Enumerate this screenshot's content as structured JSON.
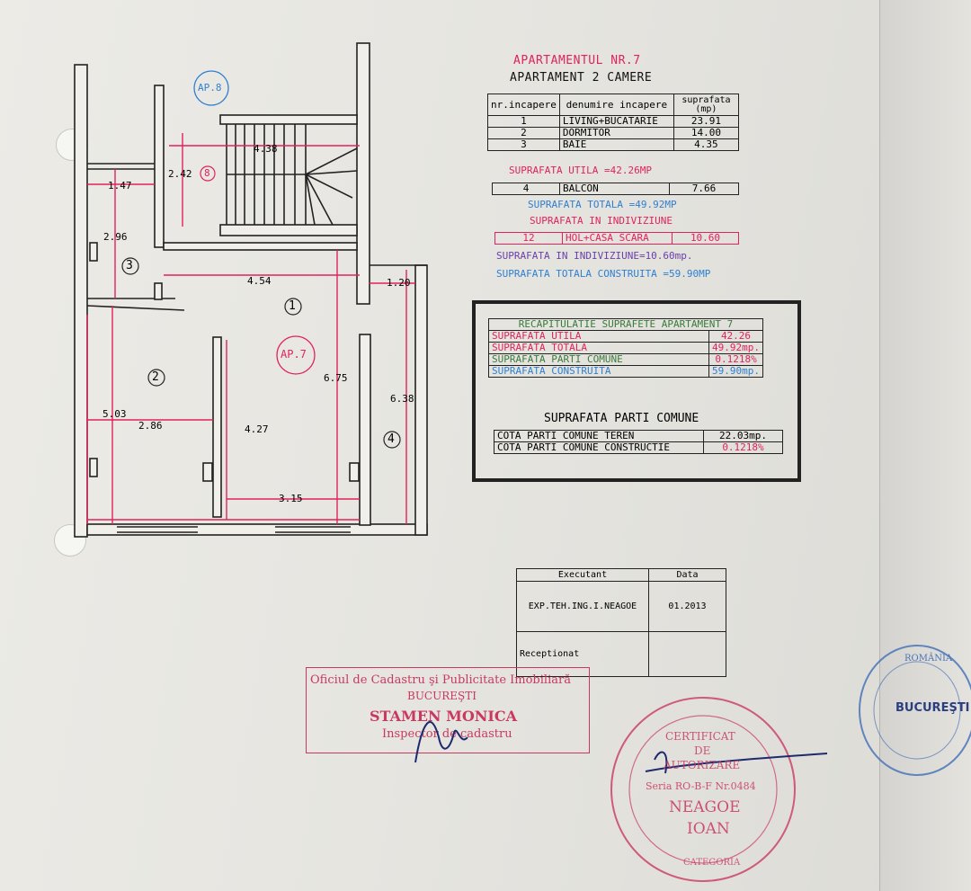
{
  "header": {
    "apartment_no": "APARTAMENTUL NR.7",
    "apartment_type": "APARTAMENT 2 CAMERE"
  },
  "rooms_table": {
    "headers": [
      "nr.incapere",
      "denumire incapere",
      "suprafata (mp)"
    ],
    "rows": [
      {
        "nr": "1",
        "name": "LIVING+BUCATARIE",
        "area": "23.91"
      },
      {
        "nr": "2",
        "name": "DORMITOR",
        "area": "14.00"
      },
      {
        "nr": "3",
        "name": "BAIE",
        "area": "4.35"
      }
    ]
  },
  "suprafata_utila": "SUPRAFATA UTILA =42.26MP",
  "balcon_row": {
    "nr": "4",
    "name": "BALCON",
    "area": "7.66"
  },
  "suprafata_totala": "SUPRAFATA TOTALA =49.92MP",
  "suprafata_indiviziune_title": "SUPRAFATA IN INDIVIZIUNE",
  "hol_row": {
    "nr": "12",
    "name": "HOL+CASA SCARA",
    "area": "10.60"
  },
  "suprafata_indiviziune": "SUPRAFATA IN INDIVIZIUNE=10.60mp.",
  "suprafata_construita": "SUPRAFATA TOTALA CONSTRUITA =59.90MP",
  "recap": {
    "title": "RECAPITULATIE SUPRAFETE APARTAMENT 7",
    "rows": [
      {
        "label": "SUPRAFATA UTILA",
        "value": "42.26",
        "color": "#e0235a"
      },
      {
        "label": "SUPRAFATA TOTALA",
        "value": "49.92mp.",
        "color": "#e0235a"
      },
      {
        "label": "SUPRAFATA PARTI COMUNE",
        "value": "0.1218%",
        "color": "#3a7a3a"
      },
      {
        "label": "SUPRAFATA CONSTRUITA",
        "value": "59.90mp.",
        "color": "#2f7fd0"
      }
    ],
    "common_title": "SUPRAFATA PARTI COMUNE",
    "common_rows": [
      {
        "label": "COTA PARTI COMUNE TEREN",
        "value": "22.03mp."
      },
      {
        "label": "COTA PARTI COMUNE CONSTRUCTIE",
        "value": "0.1218%"
      }
    ]
  },
  "executant": {
    "col1": "Executant",
    "col2": "Data",
    "name": "EXP.TEH.ING.I.NEAGOE",
    "date": "01.2013",
    "receptionat": "Receptionat"
  },
  "plan": {
    "ap8": "AP.8",
    "ap7": "AP.7",
    "room_numbers": [
      "1",
      "2",
      "3",
      "4",
      "8"
    ],
    "dims": {
      "d438": "4.38",
      "d242": "2.42",
      "d147": "1.47",
      "d296": "2.96",
      "d454": "4.54",
      "d120": "1.20",
      "d675": "6.75",
      "d638": "6.38",
      "d503": "5.03",
      "d286": "2.86",
      "d427": "4.27",
      "d315": "3.15"
    }
  },
  "stamp_ocpi": {
    "line1": "Oficiul de Cadastru şi Publicitate Imobiliară",
    "line2": "BUCUREŞTI",
    "line3": "STAMEN MONICA",
    "line4": "Inspector de cadastru"
  },
  "stamp_round": {
    "center1": "CERTIFICAT",
    "center2": "DE",
    "center3": "AUTORIZARE",
    "serie": "Seria RO-B-F Nr.0484",
    "name1": "NEAGOE",
    "name2": "IOAN",
    "cat": "CATEGORIA"
  },
  "stamp_blue": {
    "top": "ROMÂNIA",
    "city": "BUCUREŞTI"
  },
  "colors": {
    "red": "#e0235a",
    "blue": "#2f7fd0",
    "green": "#3a7a3a",
    "stamp_red": "#c9395f",
    "stamp_blue": "#4a74b8"
  }
}
